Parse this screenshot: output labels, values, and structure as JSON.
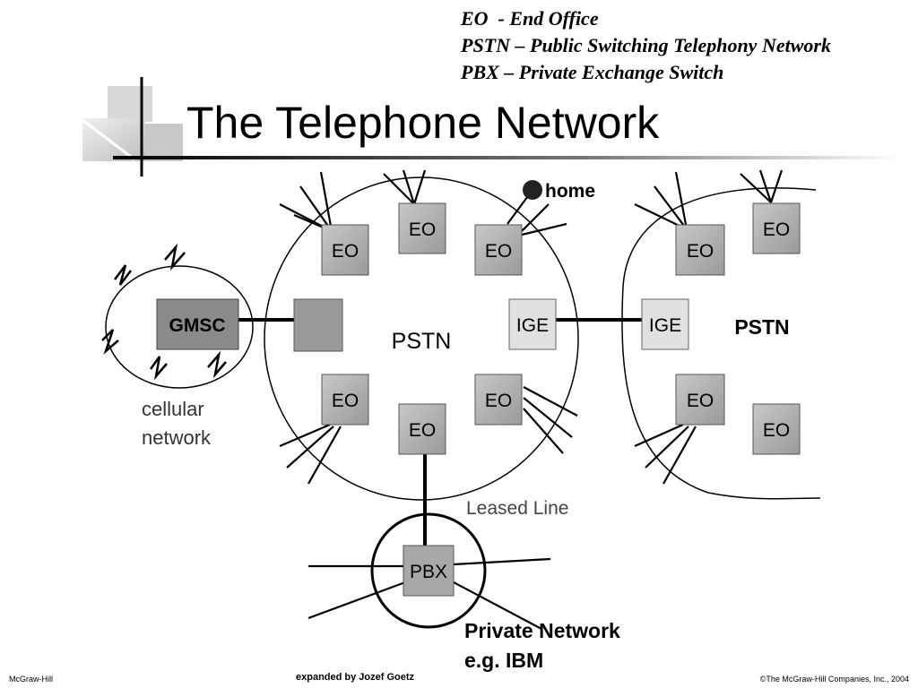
{
  "legend": {
    "line1": "EO  - End Office",
    "line2": "PSTN – Public Switching Telephony Network",
    "line3": "PBX – Private Exchange Switch"
  },
  "title": "The Telephone Network",
  "nodes": {
    "eo": "EO",
    "gmsc": "GMSC",
    "ige": "IGE",
    "pbx": "PBX"
  },
  "labels": {
    "pstn_left": "PSTN",
    "pstn_right": "PSTN",
    "home": "home",
    "cellular_line1": "cellular",
    "cellular_line2": "network",
    "leased_line": "Leased Line",
    "private_line1": "Private Network",
    "private_line2": "e.g. IBM"
  },
  "footer": {
    "left": "McGraw-Hill",
    "center": "expanded by Jozef Goetz",
    "right": "©The McGraw-Hill Companies, Inc., 2004"
  },
  "colors": {
    "box_fill": "#b4b4b4",
    "gmsc_fill": "#8a8a8a",
    "ige_fill": "#e0e0e0"
  }
}
